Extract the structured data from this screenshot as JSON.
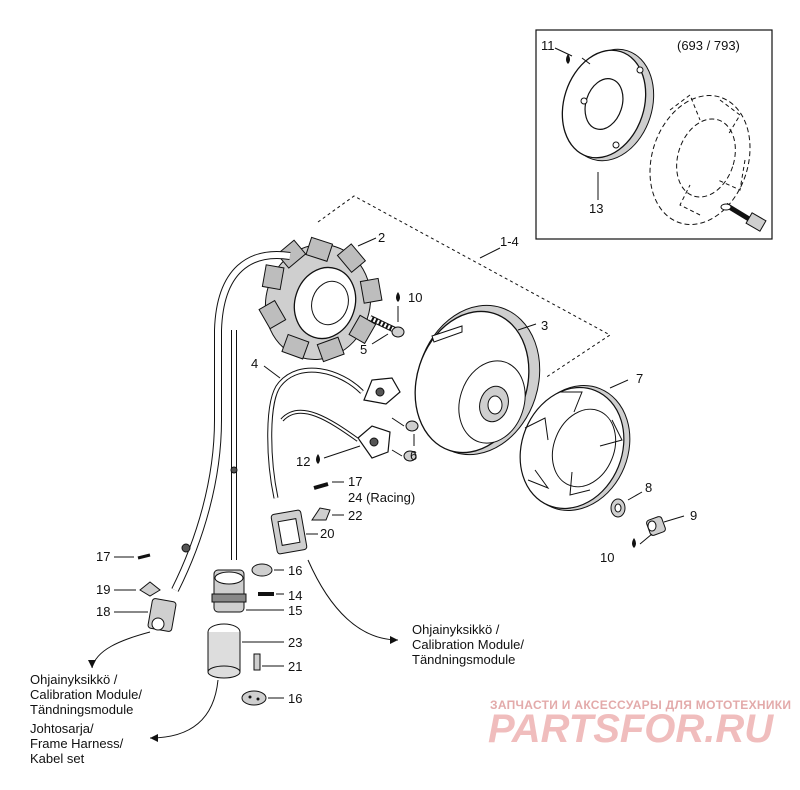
{
  "inset": {
    "title": "(693 / 793)",
    "labels": [
      "11",
      "13"
    ]
  },
  "callouts": {
    "c1_4": "1-4",
    "c2": "2",
    "c3": "3",
    "c4": "4",
    "c5": "5",
    "c6": "6",
    "c7": "7",
    "c8": "8",
    "c9": "9",
    "c10a": "10",
    "c10b": "10",
    "c12": "12",
    "c14": "14",
    "c15": "15",
    "c16a": "16",
    "c16b": "16",
    "c17a": "17",
    "c17b": "17",
    "c18": "18",
    "c19": "19",
    "c20": "20",
    "c21": "21",
    "c22": "22",
    "c23": "23",
    "c24": "24 (Racing)"
  },
  "captions": {
    "module_center": [
      "Ohjainyksikkö /",
      "Calibration Module/",
      "Tändningsmodule"
    ],
    "module_left": [
      "Ohjainyksikkö /",
      "Calibration Module/",
      "Tändningsmodule"
    ],
    "harness": [
      "Johtosarja/",
      "Frame Harness/",
      "Kabel set"
    ]
  },
  "watermark": {
    "top": "ЗАПЧАСТИ И АКСЕССУАРЫ ДЛЯ МОТОТЕХНИКИ",
    "brand": "PARTSFOR.RU"
  },
  "icons": {
    "drop": "oil-drop-icon"
  }
}
